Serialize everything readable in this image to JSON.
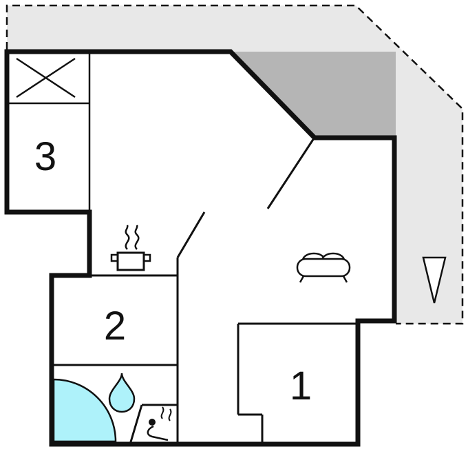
{
  "floorplan": {
    "rooms": [
      {
        "name": "room-1",
        "label": "1"
      },
      {
        "name": "room-2",
        "label": "2"
      },
      {
        "name": "room-3",
        "label": "3"
      }
    ],
    "colors": {
      "background": "#ffffff",
      "wall": "#111111",
      "terrace_light": "#e8e8e8",
      "terrace_dark": "#b5b5b5",
      "water": "#aef2fa"
    },
    "icons": [
      {
        "name": "window-x-icon"
      },
      {
        "name": "stove-icon"
      },
      {
        "name": "sofa-icon"
      },
      {
        "name": "shower-icon"
      },
      {
        "name": "water-drop-icon"
      },
      {
        "name": "sauna-icon"
      },
      {
        "name": "direction-arrow-icon"
      }
    ]
  }
}
